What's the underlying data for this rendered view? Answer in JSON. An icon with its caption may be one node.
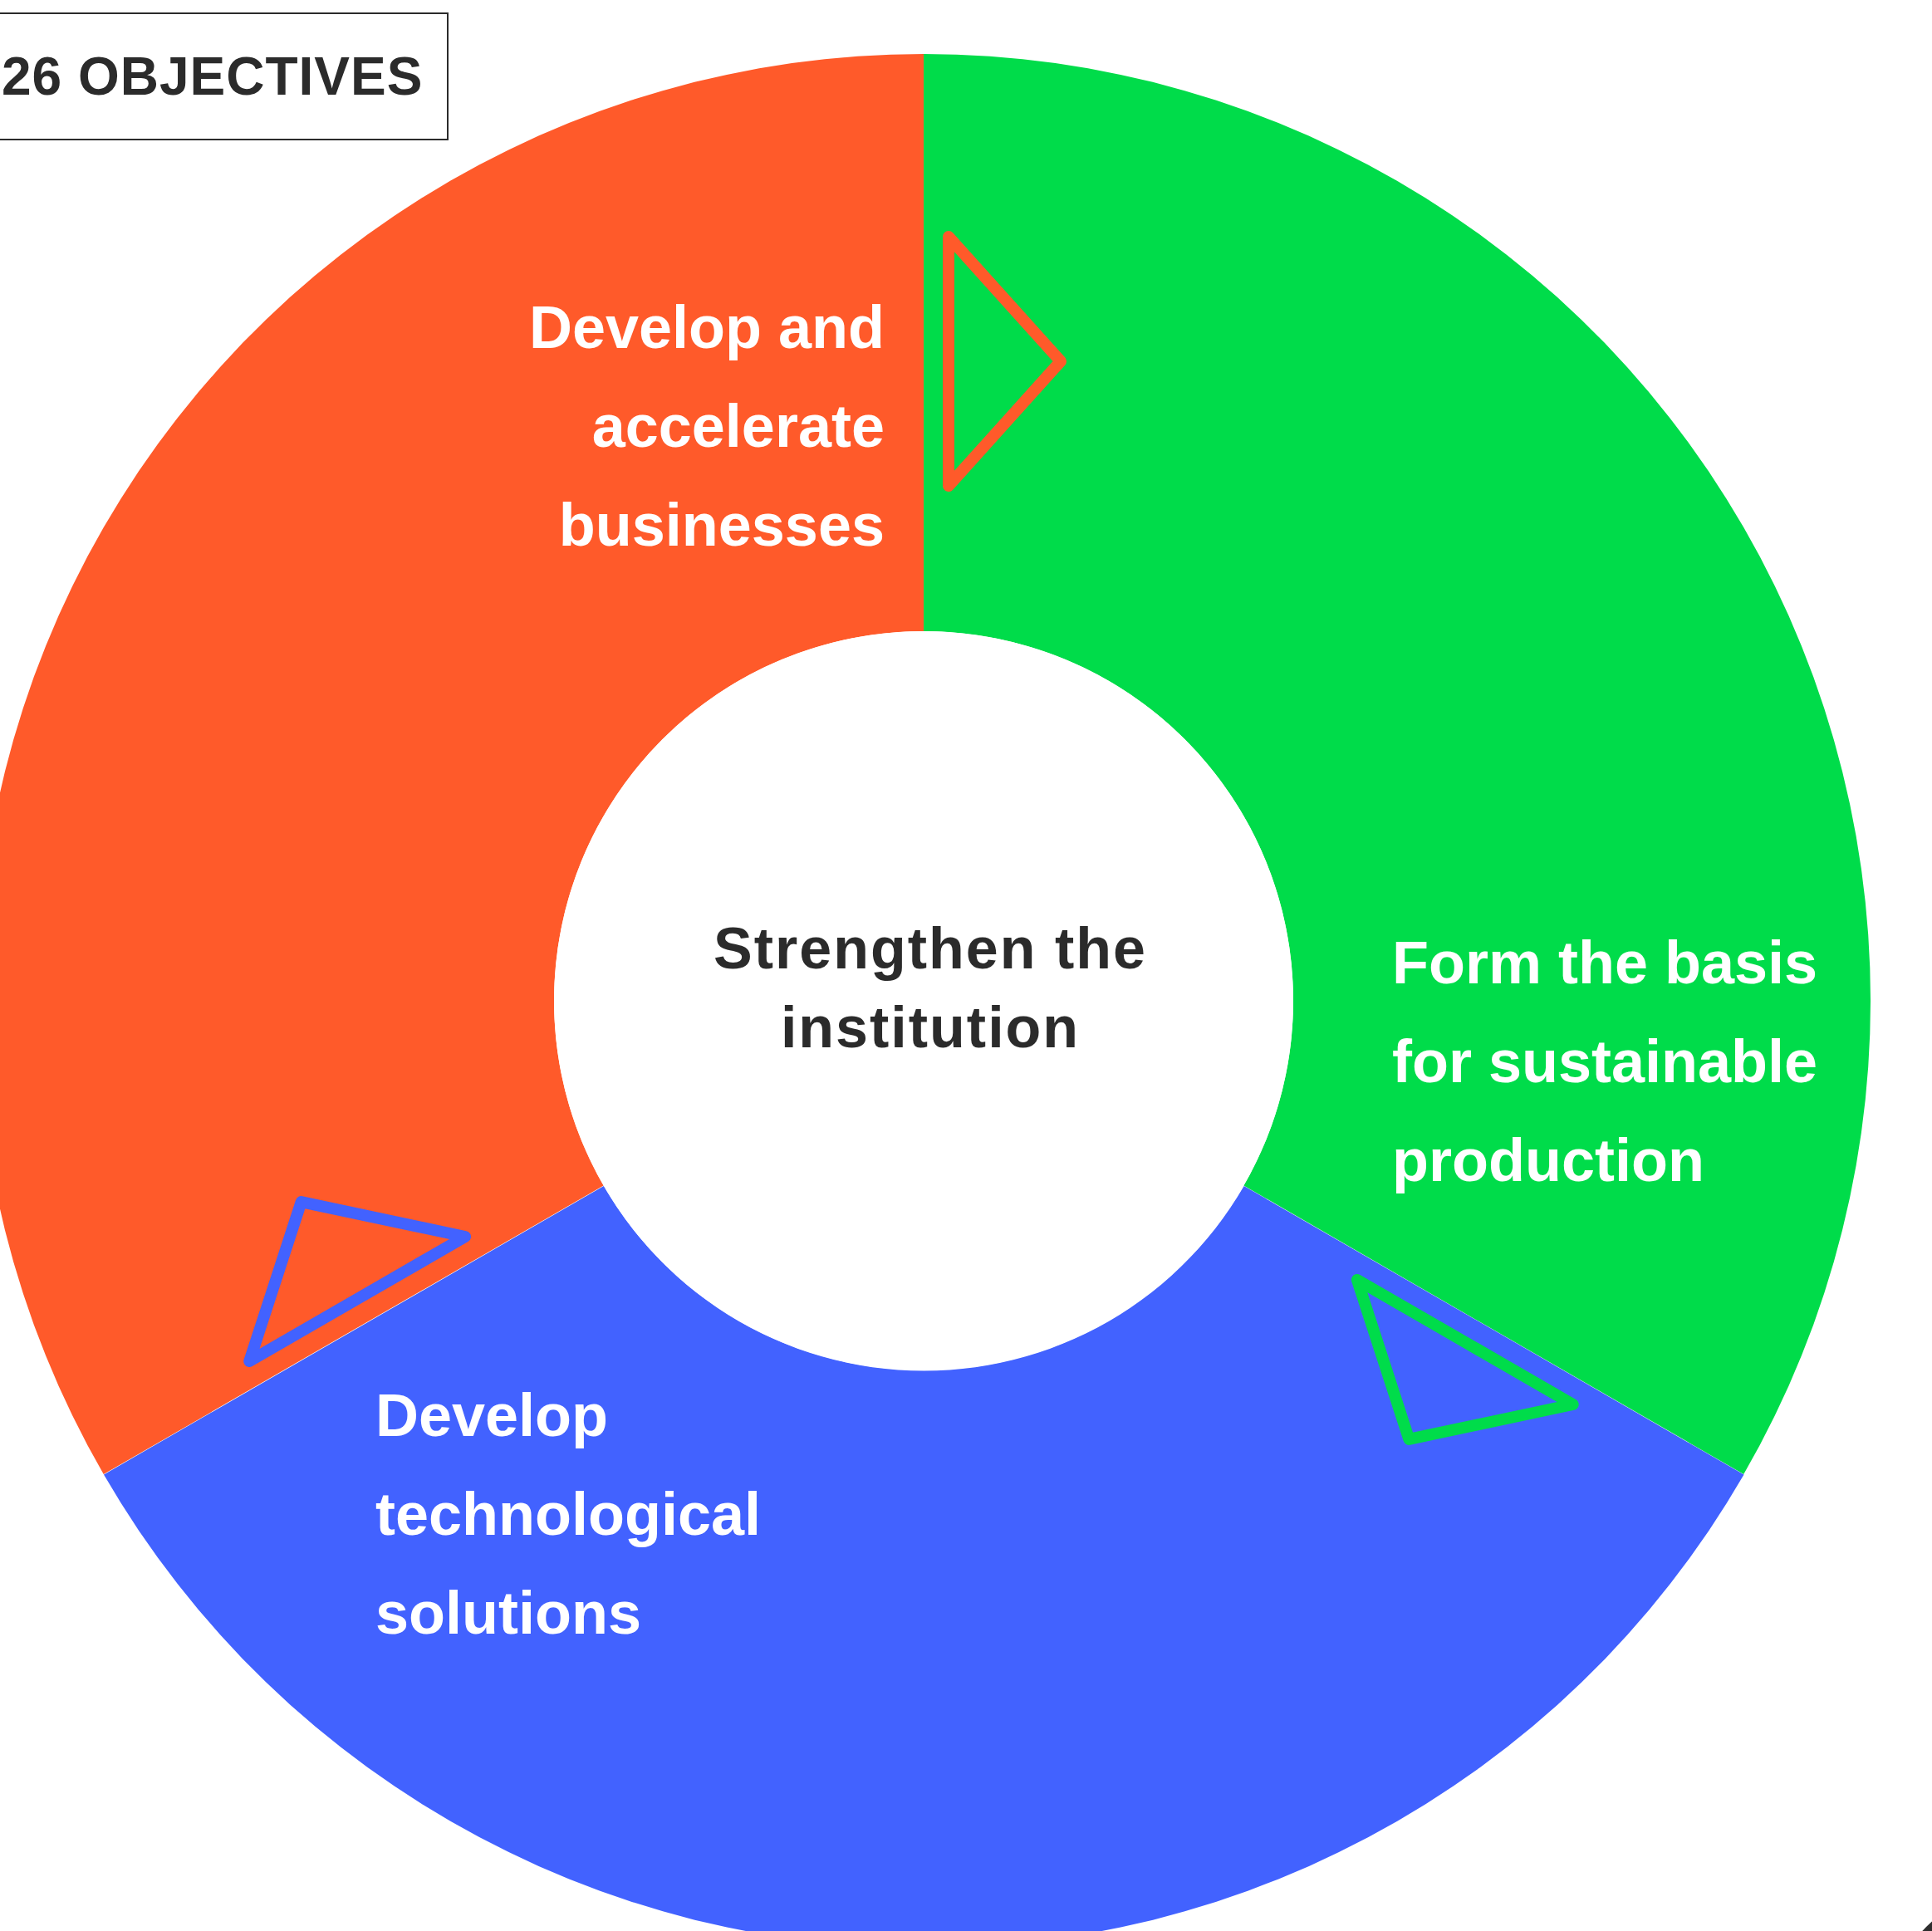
{
  "diagram": {
    "title": "26 OBJECTIVES",
    "nodes": [
      {
        "text": [
          "Develop and accelerate businesses"
        ]
      },
      {
        "text": [
          "Form the basis for sustainable production"
        ]
      },
      {
        "text": [
          "Develop technological solutions"
        ]
      },
      {
        "text": [
          "Strengthen the institution"
        ]
      },
      {
        "text": [],
        "shape": "circle"
      }
    ]
  }
}
